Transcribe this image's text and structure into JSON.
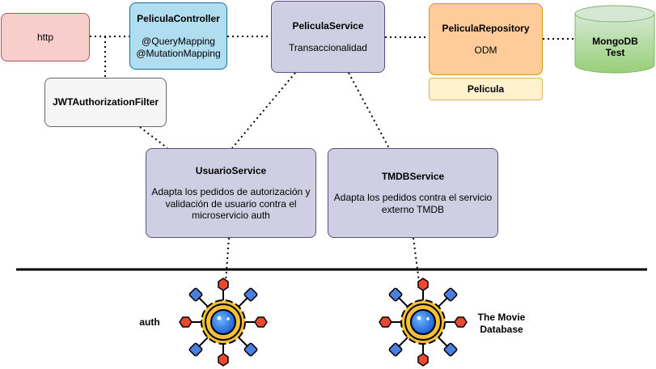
{
  "nodes": {
    "http": {
      "title": "http"
    },
    "controller": {
      "title": "PeliculaController",
      "lines": [
        "@QueryMapping",
        "@MutationMapping"
      ]
    },
    "jwt": {
      "title": "JWTAuthorizationFilter"
    },
    "service": {
      "title": "PeliculaService",
      "sub": "Transaccionalidad"
    },
    "repository": {
      "title": "PeliculaRepository",
      "sub": "ODM"
    },
    "entity": {
      "title": "Pelicula"
    },
    "database": {
      "title": "MongoDB",
      "sub": "Test"
    },
    "usuario": {
      "title": "UsuarioService",
      "sub": "Adapta los pedidos de autorización y validación de usuario contra el microservicio auth"
    },
    "tmdb": {
      "title": "TMDBService",
      "sub": "Adapta los pedidos contra el servicio externo TMDB"
    }
  },
  "externals": {
    "auth": {
      "label": "auth",
      "icon": "microservice-gear-icon"
    },
    "movie_db": {
      "label": "The Movie Database",
      "icon": "microservice-gear-icon"
    }
  },
  "colors": {
    "http": "#f8cecc",
    "controller": "#b1ddf0",
    "jwt": "#f5f5f5",
    "service": "#d0cee2",
    "repository": "#ffcc99",
    "entity": "#fff2cc",
    "database": "#d5e8d4"
  }
}
